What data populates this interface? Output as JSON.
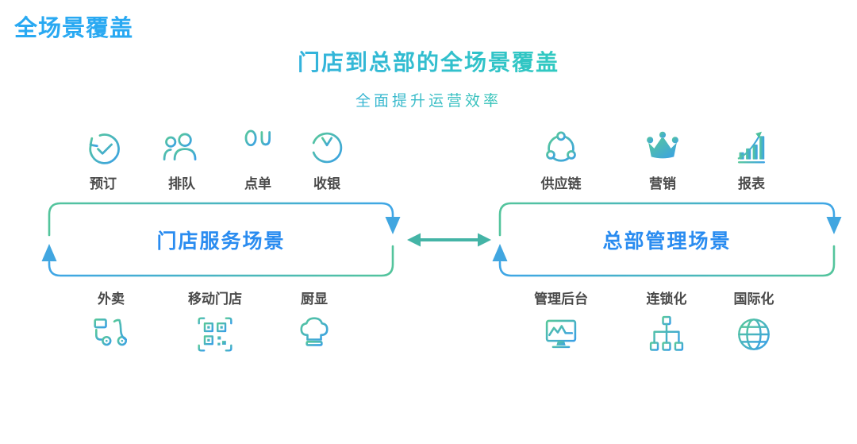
{
  "page_title": "全场景覆盖",
  "header": {
    "title": "门店到总部的全场景覆盖",
    "subtitle": "全面提升运营效率"
  },
  "store": {
    "box_label": "门店服务场景",
    "top_items": [
      {
        "label": "预订",
        "icon": "booking-icon"
      },
      {
        "label": "排队",
        "icon": "queue-icon"
      },
      {
        "label": "点单",
        "icon": "order-icon"
      },
      {
        "label": "收银",
        "icon": "cashier-icon"
      }
    ],
    "bottom_items": [
      {
        "label": "外卖",
        "icon": "delivery-scooter-icon"
      },
      {
        "label": "移动门店",
        "icon": "qr-code-icon"
      },
      {
        "label": "厨显",
        "icon": "chef-hat-icon"
      }
    ]
  },
  "hq": {
    "box_label": "总部管理场景",
    "top_items": [
      {
        "label": "供应链",
        "icon": "supply-chain-icon"
      },
      {
        "label": "营销",
        "icon": "crown-icon"
      },
      {
        "label": "报表",
        "icon": "bar-chart-icon"
      }
    ],
    "bottom_items": [
      {
        "label": "管理后台",
        "icon": "monitor-icon"
      },
      {
        "label": "连锁化",
        "icon": "org-tree-icon"
      },
      {
        "label": "国际化",
        "icon": "globe-icon"
      }
    ]
  },
  "colors": {
    "title_blue": "#29a9f2",
    "box_text_blue": "#2a8cf0",
    "gradient_blue": "#3aa0e6",
    "gradient_green": "#57c89a",
    "arrowhead_blue": "#41a6e0",
    "link_teal": "#44b4a6",
    "label_gray": "#4a4a4a"
  }
}
